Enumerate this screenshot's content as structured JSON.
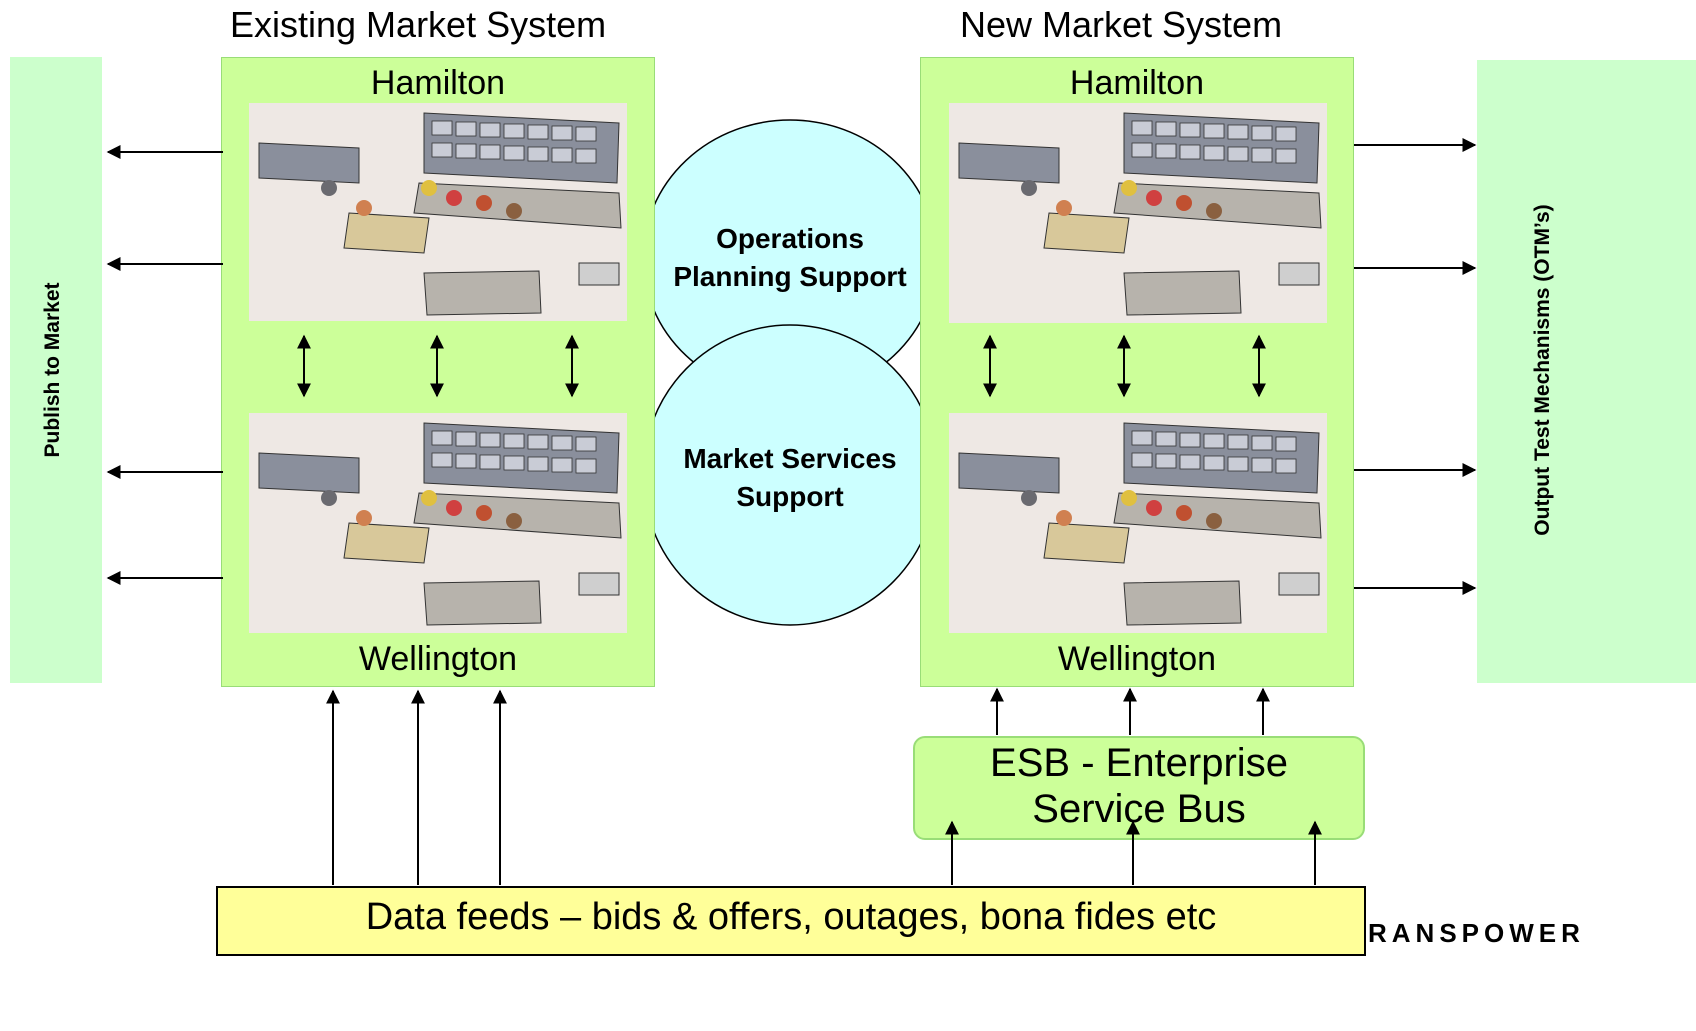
{
  "titles": {
    "existing": "Existing Market System",
    "new": "New Market System"
  },
  "existing_system": {
    "top_site": "Hamilton",
    "bottom_site": "Wellington"
  },
  "new_system": {
    "top_site": "Hamilton",
    "bottom_site": "Wellington"
  },
  "left_bar": {
    "label": "Publish to Market"
  },
  "right_bar": {
    "label": "Output Test Mechanisms (OTM’s)"
  },
  "circles": {
    "upper": "Operations Planning Support",
    "lower": "Market Services Support"
  },
  "esb": {
    "label": "ESB - Enterprise Service Bus"
  },
  "data_feeds": {
    "label": "Data feeds – bids & offers, outages, bona fides etc"
  },
  "brand": {
    "text": "RANSPOWER"
  },
  "colors": {
    "panel_green": "#ccff99",
    "side_green": "#ccffcc",
    "circle_cyan": "#ccffff",
    "feeds_yellow": "#ffff99"
  }
}
